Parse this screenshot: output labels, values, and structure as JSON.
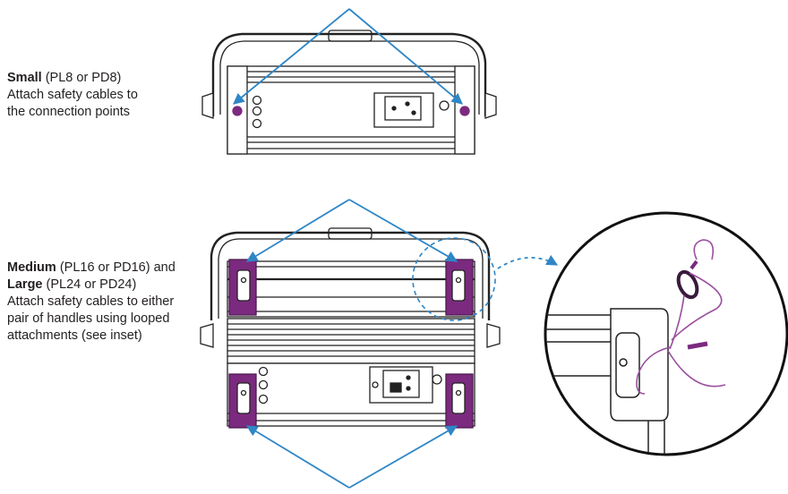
{
  "small": {
    "name": "Small",
    "models": "(PL8 or PD8)",
    "line1": "Attach safety cables to",
    "line2": "the connection points"
  },
  "medium_large": {
    "medium_name": "Medium",
    "medium_models": "(PL16 or PD16) and",
    "large_name": "Large",
    "large_models": "(PL24 or PD24)",
    "line1": "Attach safety cables to either",
    "line2": "pair of handles using looped",
    "line3": "attachments (see inset)"
  },
  "colors": {
    "arrow": "#2f86c6",
    "handle": "#7b2a7f",
    "cable": "#9a4f9e",
    "outline": "#222222"
  },
  "icons": [
    "arrow",
    "safety-cable-loop",
    "magnifier-inset"
  ]
}
